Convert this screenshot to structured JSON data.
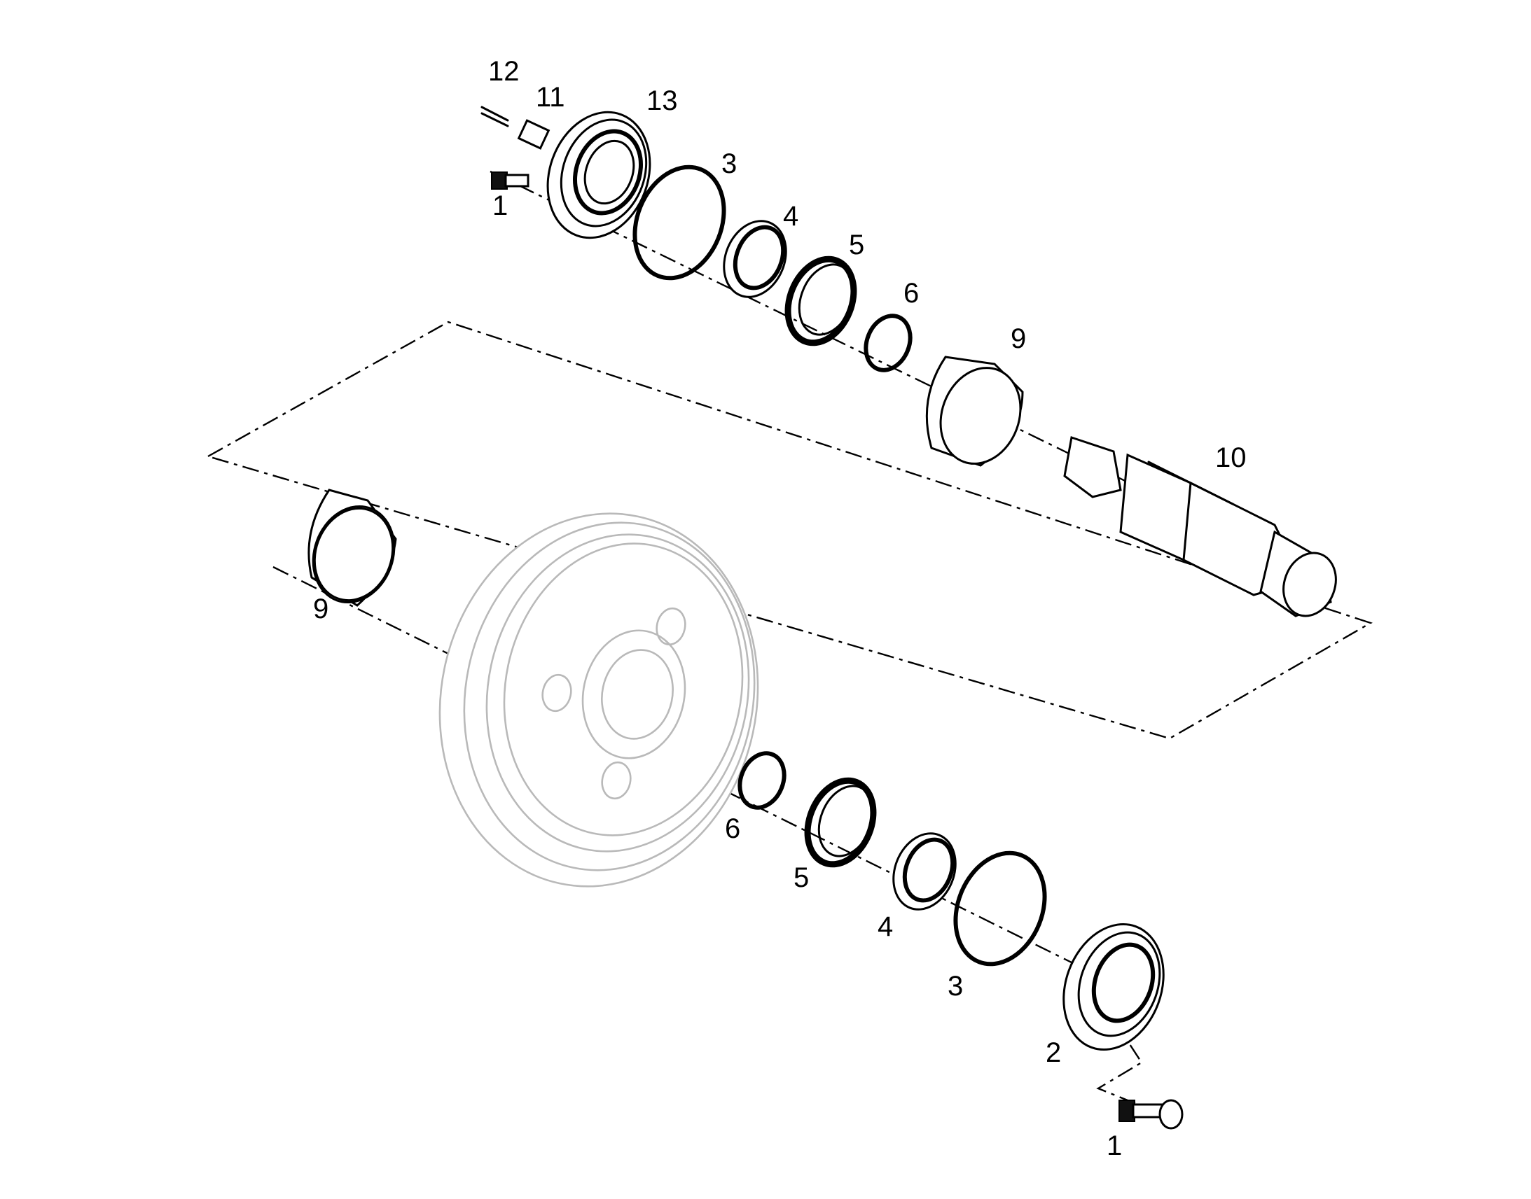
{
  "callouts": [
    {
      "id": "c12",
      "label": "12"
    },
    {
      "id": "c11",
      "label": "11"
    },
    {
      "id": "c13",
      "label": "13"
    },
    {
      "id": "c1a",
      "label": "1"
    },
    {
      "id": "c3a",
      "label": "3"
    },
    {
      "id": "c4a",
      "label": "4"
    },
    {
      "id": "c5a",
      "label": "5"
    },
    {
      "id": "c6a",
      "label": "6"
    },
    {
      "id": "c9a",
      "label": "9"
    },
    {
      "id": "c10",
      "label": "10"
    },
    {
      "id": "c9b",
      "label": "9"
    },
    {
      "id": "c6b",
      "label": "6"
    },
    {
      "id": "c5b",
      "label": "5"
    },
    {
      "id": "c4b",
      "label": "4"
    },
    {
      "id": "c3b",
      "label": "3"
    },
    {
      "id": "c2",
      "label": "2"
    },
    {
      "id": "c1b",
      "label": "1"
    }
  ]
}
